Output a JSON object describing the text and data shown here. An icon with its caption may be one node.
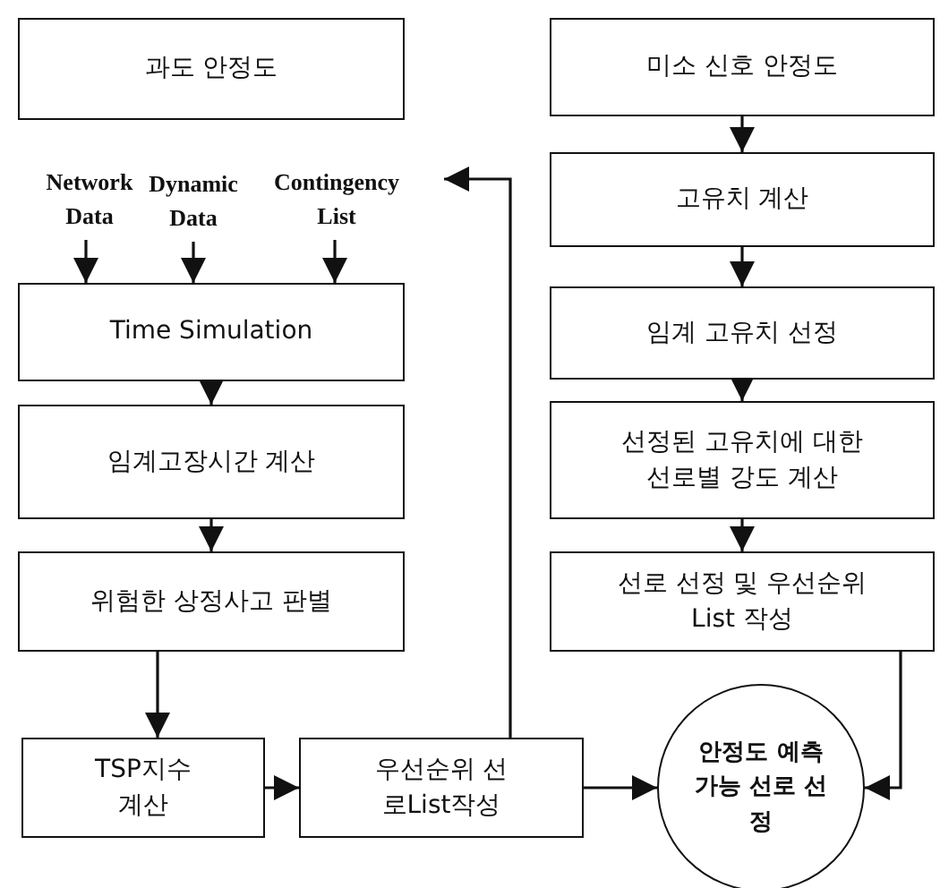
{
  "diagram": {
    "nodes": [
      {
        "text": [
          "과도 안정도"
        ]
      },
      {
        "text": [
          "Network Data"
        ]
      },
      {
        "text": [
          "Dynamic Data"
        ]
      },
      {
        "text": [
          "Contingency List"
        ]
      },
      {
        "text": [
          "Time Simulation"
        ]
      },
      {
        "text": [
          "임계고장시간 계산"
        ]
      },
      {
        "text": [
          "위험한 상정사고 판별"
        ]
      },
      {
        "text": [
          "TSP지수 계산"
        ]
      },
      {
        "text": [
          "우선순위 선로List작성"
        ]
      },
      {
        "text": [
          "안정도 예측 가능 선로 선정"
        ]
      },
      {
        "text": [
          "미소 신호 안정도"
        ]
      },
      {
        "text": [
          "고유치 계산"
        ]
      },
      {
        "text": [
          "임계 고유치 선정"
        ]
      },
      {
        "text": [
          "선정된 고유치에 대한 선로별 강도 계산"
        ]
      },
      {
        "text": [
          "선로 선정 및 우선순위 List 작성"
        ]
      }
    ],
    "edges": [
      {
        "from": 1,
        "to": 4,
        "arrow": "to"
      },
      {
        "from": 2,
        "to": 4,
        "arrow": "to"
      },
      {
        "from": 3,
        "to": 4,
        "arrow": "to"
      },
      {
        "from": 4,
        "to": 5,
        "arrow": "to"
      },
      {
        "from": 5,
        "to": 6,
        "arrow": "to"
      },
      {
        "from": 6,
        "to": 7,
        "arrow": "to"
      },
      {
        "from": 7,
        "to": 8,
        "arrow": "to"
      },
      {
        "from": 8,
        "to": 9,
        "arrow": "to"
      },
      {
        "from": 14,
        "to": 9,
        "arrow": "to"
      },
      {
        "from": 10,
        "to": 11,
        "arrow": "to"
      },
      {
        "from": 11,
        "to": 12,
        "arrow": "to"
      },
      {
        "from": 12,
        "to": 13,
        "arrow": "to"
      },
      {
        "from": 13,
        "to": 14,
        "arrow": "to"
      },
      {
        "from": 8,
        "to": 3,
        "arrow": "to"
      }
    ]
  }
}
